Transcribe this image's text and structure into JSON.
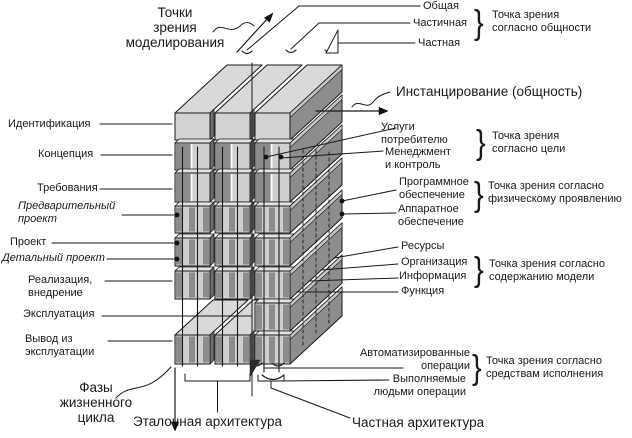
{
  "axes": {
    "modeling_views": "Точки\nзрения\nмоделирования",
    "instantiation": "Инстанцирование (общность)",
    "lifecycle": "Фазы\nжизненного\nцикла"
  },
  "phases": {
    "identification": "Идентификация",
    "concept": "Концепция",
    "requirements": "Требования",
    "preliminary_design": "Предварительный\nпроект",
    "design": "Проект",
    "detailed_design": "Детальный проект",
    "implementation": "Реализация,\nвнедрение",
    "operation": "Эксплуатация",
    "decommissioning": "Вывод из\nэксплуатации"
  },
  "genericity": {
    "generic": "Общая",
    "partial": "Частичная",
    "particular": "Частная",
    "note": "Точка зрения\nсогласно общности"
  },
  "purpose": {
    "customer_service": "Услуги\nпотребителю",
    "management_control": "Менеджмент\nи контроль",
    "note": "Точка зрения\nсогласно цели"
  },
  "physical": {
    "software": "Программное\nобеспечение",
    "hardware": "Аппаратное\nобеспечение",
    "note": "Точка зрения согласно\nфизическому проявлению"
  },
  "model_content": {
    "resources": "Ресурсы",
    "organisation": "Организация",
    "information": "Информация",
    "function": "Функция",
    "note": "Точка зрения согласно\nсодержанию модели"
  },
  "execution": {
    "automated": "Автоматизированные\nоперации",
    "human": "Выполняемые\nлюдьми операции",
    "note": "Точка зрения согласно\nсредствам исполнения"
  },
  "architectures": {
    "reference": "Эталонная архитектура",
    "particular": "Частная архитектура"
  },
  "glyphs": {
    "brace": "}"
  },
  "colors": {
    "outline": "#1a1a1a",
    "face_light": "#cfcfcf",
    "face_plain": "#d2d2d2",
    "face_lighter": "#e3e3e3",
    "top_face": "#d9d9d9",
    "face_dark": "#8c8c8c",
    "side_dark": "#6e6e6e",
    "slab": "#8d8d8d",
    "slab_band": "#c6c6c6"
  }
}
